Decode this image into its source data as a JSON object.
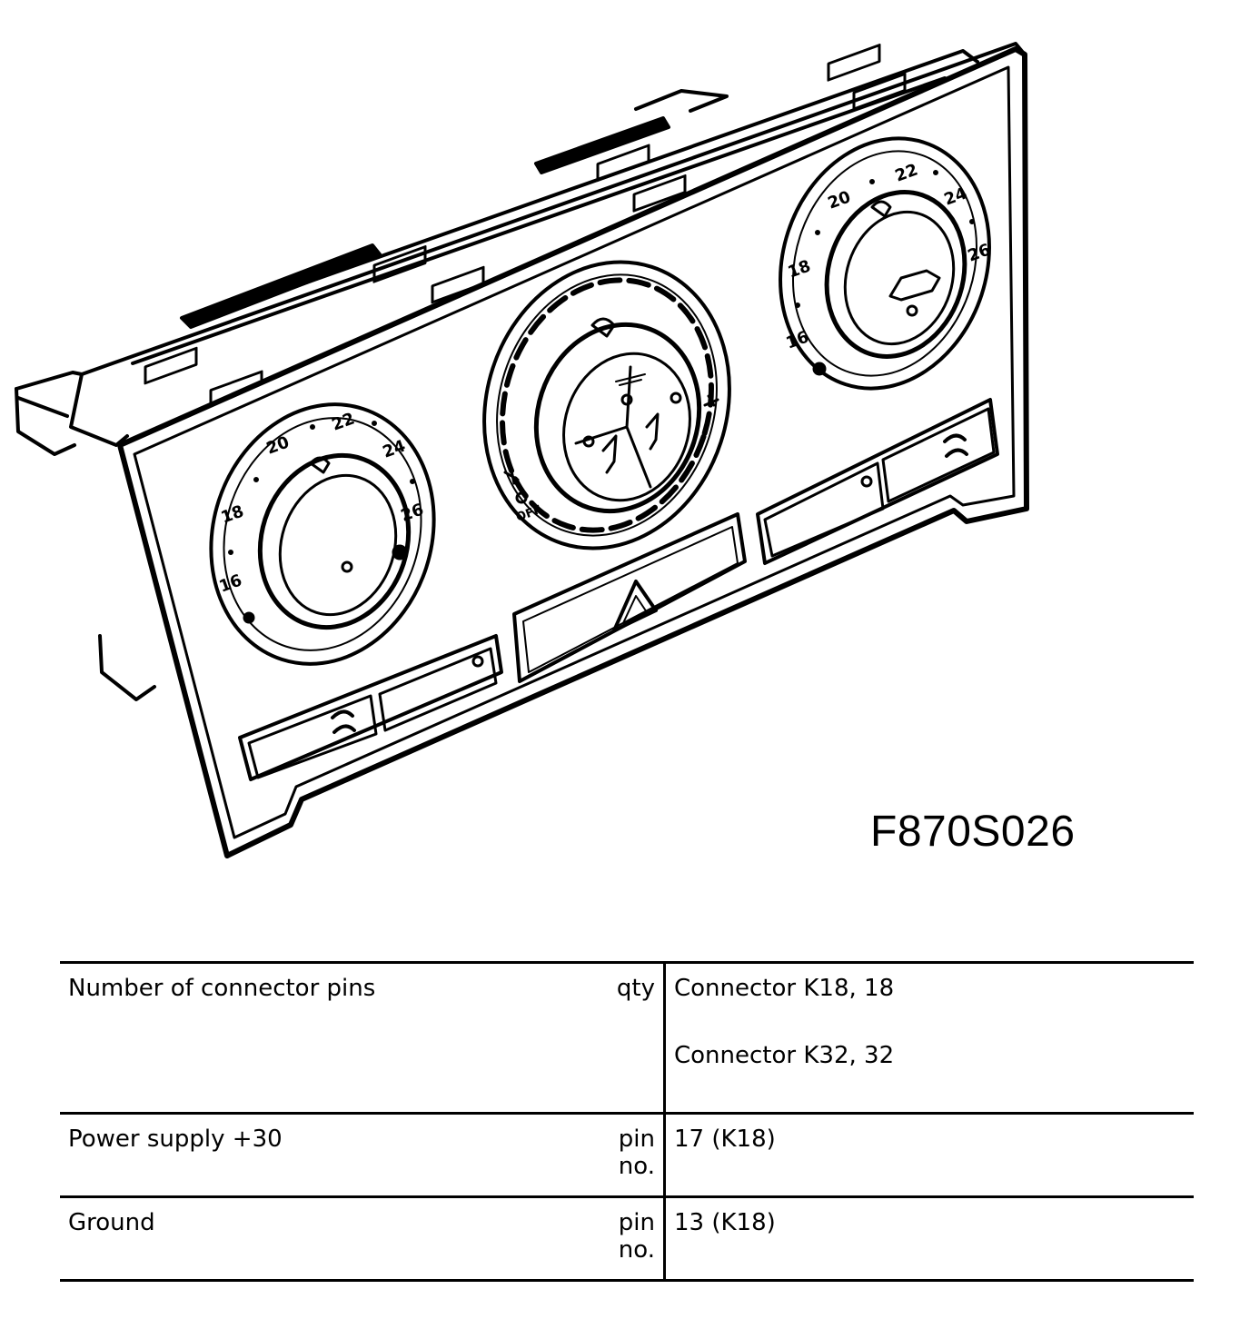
{
  "figure": {
    "code": "F870S026",
    "left_dial": {
      "ticks": [
        "16",
        "18",
        "20",
        "22",
        "24",
        "26"
      ]
    },
    "center_dial": {
      "off_label": "OFF"
    },
    "right_dial": {
      "ticks": [
        "16",
        "18",
        "20",
        "22",
        "24",
        "26"
      ]
    }
  },
  "table": {
    "rows": [
      {
        "label": "Number of connector pins",
        "unit": "qty",
        "values": [
          "Connector K18, 18",
          "Connector K32, 32"
        ]
      },
      {
        "label": "Power supply +30",
        "unit": "pin no.",
        "values": [
          "17 (K18)"
        ]
      },
      {
        "label": "Ground",
        "unit": "pin no.",
        "values": [
          "13 (K18)"
        ]
      }
    ]
  }
}
